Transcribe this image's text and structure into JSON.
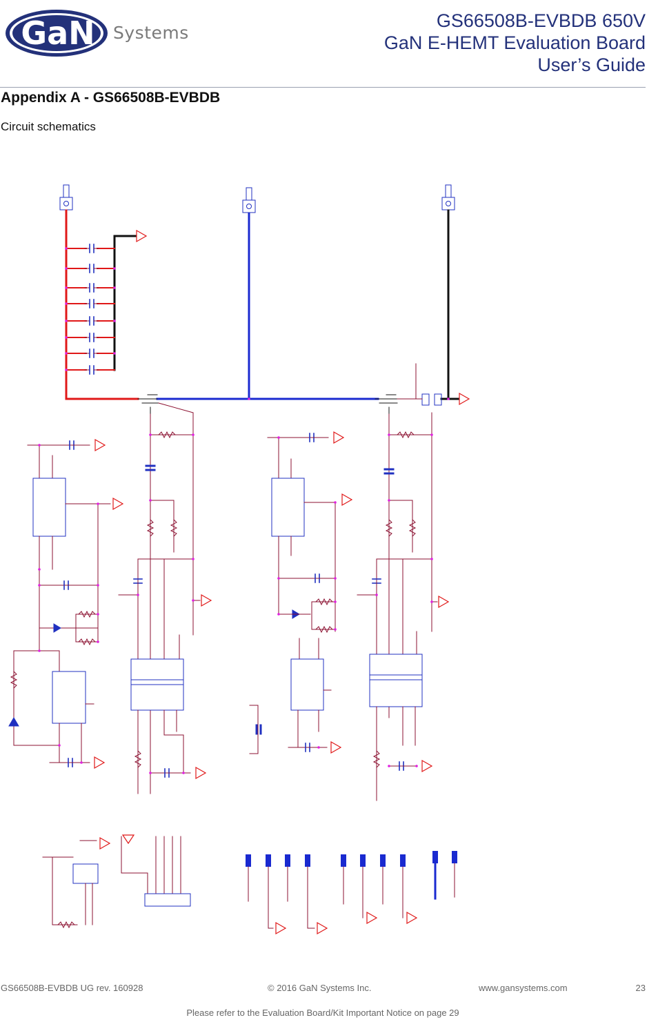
{
  "header": {
    "logo_text": "GaN",
    "logo_subtext": "Systems",
    "line1": "GS66508B-EVBDB 650V",
    "line2": "GaN E-HEMT Evaluation Board",
    "line3": "User’s Guide"
  },
  "section": {
    "title": "Appendix A - GS66508B-EVBDB",
    "subtitle": "Circuit schematics"
  },
  "footer": {
    "doc": "GS66508B-EVBDB UG rev. 160928",
    "copyright": "© 2016 GaN Systems Inc.",
    "website": "www.gansystems.com",
    "page": "23",
    "notice": "Please refer to the Evaluation Board/Kit Important Notice on page 29"
  },
  "colors": {
    "brand": "#23317a",
    "wire": "#8b1030",
    "power": "#e01818",
    "switch_node": "#1a2ad0",
    "ground": "#111111",
    "component": "#2030c0",
    "junction": "#e020e0"
  }
}
